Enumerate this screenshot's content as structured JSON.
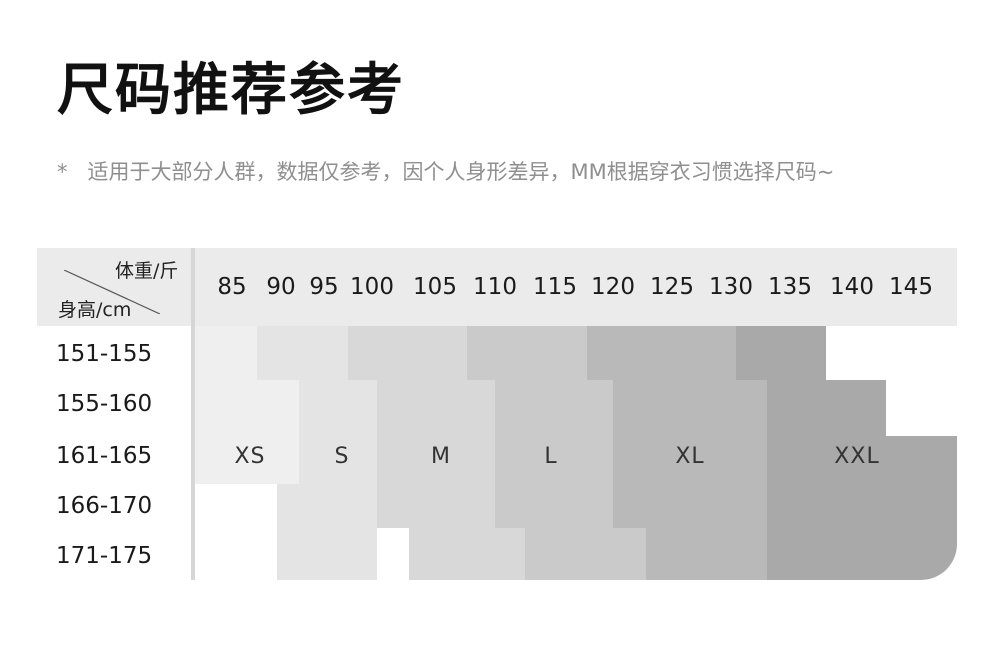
{
  "title": "尺码推荐参考",
  "subtitle": {
    "star": "*",
    "text": "适用于大部分人群，数据仅参考，因个人身形差异，MM根据穿衣习惯选择尺码~"
  },
  "table": {
    "corner": {
      "weight_label": "体重/斤",
      "height_label": "身高/cm"
    },
    "weights": [
      "85",
      "90",
      "95",
      "100",
      "105",
      "110",
      "115",
      "120",
      "125",
      "130",
      "135",
      "140",
      "145"
    ],
    "heights": [
      "151-155",
      "155-160",
      "161-165",
      "166-170",
      "171-175"
    ],
    "sizes": [
      {
        "label": "XS",
        "color": "#efefef"
      },
      {
        "label": "S",
        "color": "#e4e4e4"
      },
      {
        "label": "M",
        "color": "#d8d8d8"
      },
      {
        "label": "L",
        "color": "#cacaca"
      },
      {
        "label": "XL",
        "color": "#b9b9b9"
      },
      {
        "label": "XXL",
        "color": "#a9a9a9"
      }
    ]
  }
}
